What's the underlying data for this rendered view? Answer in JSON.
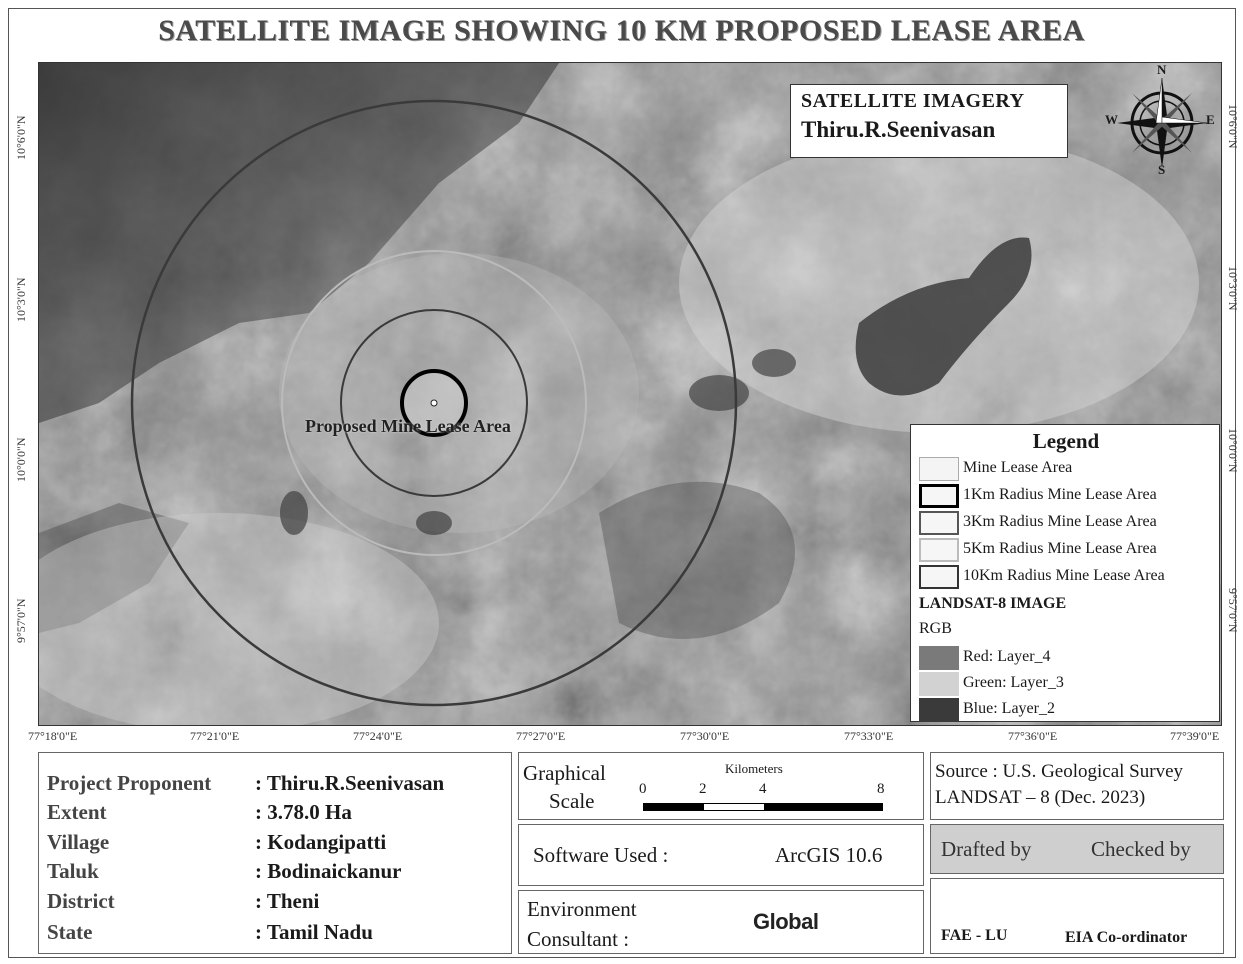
{
  "title": "SATELLITE IMAGE SHOWING 10 KM PROPOSED LEASE AREA",
  "imagery_box": {
    "line1": "SATELLITE IMAGERY",
    "line2": "Thiru.R.Seenivasan"
  },
  "compass": {
    "n": "N",
    "s": "S",
    "e": "E",
    "w": "W"
  },
  "map_label": "Proposed Mine Lease Area",
  "lat_ticks": [
    "10°6'0\"N",
    "10°3'0\"N",
    "10°0'0\"N",
    "9°57'0\"N"
  ],
  "lon_ticks": [
    "77°18'0\"E",
    "77°21'0\"E",
    "77°24'0\"E",
    "77°27'0\"E",
    "77°30'0\"E",
    "77°33'0\"E",
    "77°36'0\"E",
    "77°39'0\"E"
  ],
  "legend": {
    "title": "Legend",
    "items": [
      "Mine Lease Area",
      "1Km Radius Mine Lease Area",
      "3Km Radius Mine Lease Area",
      "5Km Radius Mine Lease Area",
      "10Km Radius Mine Lease Area"
    ],
    "image_title": "LANDSAT-8 IMAGE",
    "rgb_label": "RGB",
    "bands": [
      {
        "label": "Red:   Layer_4",
        "color": "#7a7a7a"
      },
      {
        "label": "Green: Layer_3",
        "color": "#d2d2d2"
      },
      {
        "label": "Blue:   Layer_2",
        "color": "#3a3a3a"
      }
    ]
  },
  "project": [
    {
      "key": "Project Proponent",
      "value": ": Thiru.R.Seenivasan"
    },
    {
      "key": "Extent",
      "value": ": 3.78.0 Ha"
    },
    {
      "key": "Village",
      "value": ": Kodangipatti"
    },
    {
      "key": "Taluk",
      "value": ": Bodinaickanur"
    },
    {
      "key": "District",
      "value": ": Theni"
    },
    {
      "key": "State",
      "value": ": Tamil Nadu"
    }
  ],
  "scale": {
    "label_line1": "Graphical",
    "label_line2": "Scale",
    "units": "Kilometers",
    "ticks": [
      "0",
      "2",
      "4",
      "8"
    ]
  },
  "software": {
    "label": "Software Used :",
    "value": "ArcGIS 10.6"
  },
  "consultant": {
    "label_line1": "Environment",
    "label_line2": "Consultant   :",
    "logo_text": "Global"
  },
  "source": {
    "line1": "Source : U.S. Geological Survey",
    "line2": "LANDSAT – 8 (Dec. 2023)"
  },
  "drafted": {
    "drafted_by": "Drafted by",
    "checked_by": "Checked by",
    "drafter": "FAE - LU",
    "checker": "EIA Co-ordinator"
  }
}
